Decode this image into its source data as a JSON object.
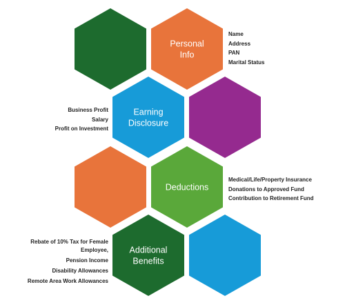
{
  "colors": {
    "dark_green": "#1d6b2e",
    "orange": "#e8743b",
    "blue": "#179bd8",
    "purple": "#952a8f",
    "light_green": "#5aa83a"
  },
  "hexes": [
    {
      "id": "hex-top-left",
      "color": "#1d6b2e",
      "lines": []
    },
    {
      "id": "hex-personal-info",
      "color": "#e8743b",
      "lines": [
        "Personal",
        "Info"
      ]
    },
    {
      "id": "hex-earning-disclosure",
      "color": "#179bd8",
      "lines": [
        "Earning",
        "Disclosure"
      ]
    },
    {
      "id": "hex-purple",
      "color": "#952a8f",
      "lines": []
    },
    {
      "id": "hex-orange-mid",
      "color": "#e8743b",
      "lines": []
    },
    {
      "id": "hex-deductions",
      "color": "#5aa83a",
      "lines": [
        "Deductions"
      ]
    },
    {
      "id": "hex-additional-benefits",
      "color": "#1d6b2e",
      "lines": [
        "Additional",
        "Benefits"
      ]
    },
    {
      "id": "hex-blue-bottom",
      "color": "#179bd8",
      "lines": []
    }
  ],
  "personal_info": {
    "items": [
      "Name",
      "Address",
      "PAN",
      "Marital Status"
    ]
  },
  "earning_disclosure": {
    "items": [
      "Business Profit",
      "Salary",
      "Profit on Investment"
    ]
  },
  "deductions": {
    "items": [
      "Medical/Life/Property Insurance",
      "Donations to Approved Fund",
      "Contribution to Retirement Fund"
    ]
  },
  "additional_benefits": {
    "items": [
      "Rebate of 10% Tax for Female Employee,",
      "Pension Income",
      "Disability Allowances",
      "Remote Area Work Allowances"
    ]
  }
}
